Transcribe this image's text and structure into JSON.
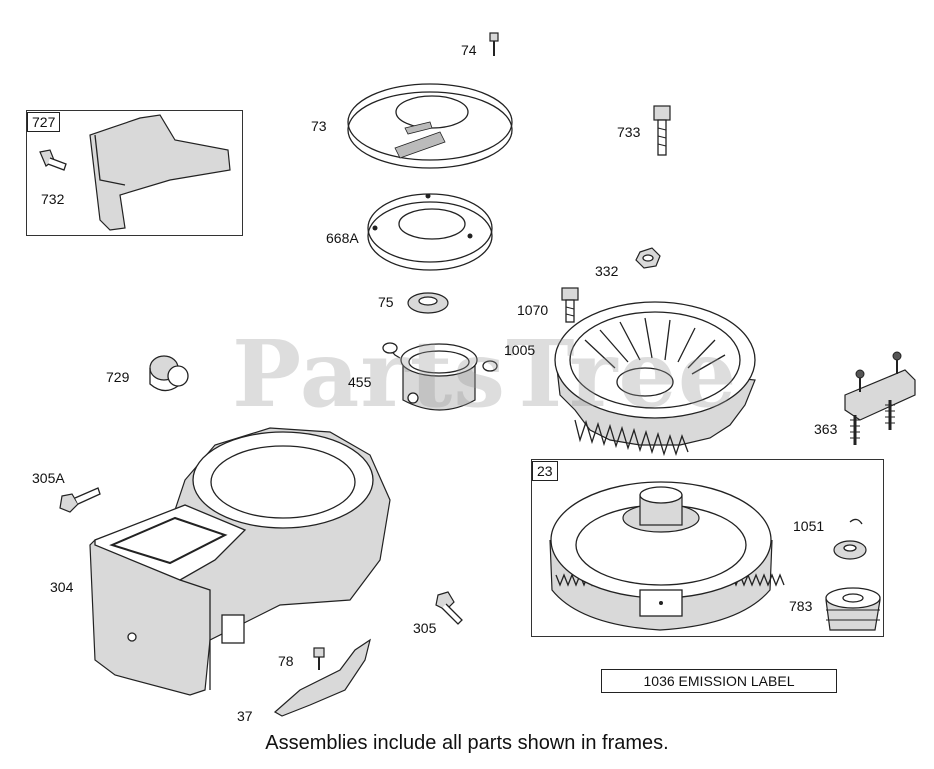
{
  "parts": [
    {
      "id": "p74",
      "num": "74"
    },
    {
      "id": "p73",
      "num": "73"
    },
    {
      "id": "p733",
      "num": "733"
    },
    {
      "id": "p668A",
      "num": "668A"
    },
    {
      "id": "p332",
      "num": "332"
    },
    {
      "id": "p75",
      "num": "75"
    },
    {
      "id": "p1070",
      "num": "1070"
    },
    {
      "id": "p1005",
      "num": "1005"
    },
    {
      "id": "p455",
      "num": "455"
    },
    {
      "id": "p729",
      "num": "729"
    },
    {
      "id": "p363",
      "num": "363"
    },
    {
      "id": "p305A",
      "num": "305A"
    },
    {
      "id": "p304",
      "num": "304"
    },
    {
      "id": "p305",
      "num": "305"
    },
    {
      "id": "p78",
      "num": "78"
    },
    {
      "id": "p37",
      "num": "37"
    },
    {
      "id": "p732",
      "num": "732"
    },
    {
      "id": "p1051",
      "num": "1051"
    },
    {
      "id": "p783",
      "num": "783"
    }
  ],
  "frames": [
    {
      "id": "frame727",
      "tag": "727"
    },
    {
      "id": "frame23",
      "tag": "23"
    }
  ],
  "emission_label": "1036 EMISSION LABEL",
  "footer": "Assemblies include all parts shown in frames.",
  "watermark": "PartsTree"
}
